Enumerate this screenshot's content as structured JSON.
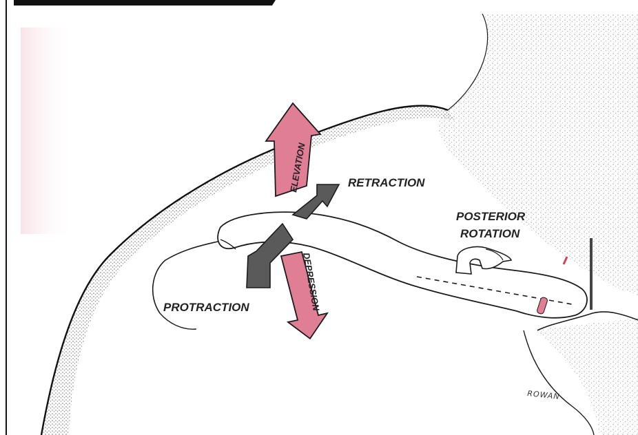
{
  "labels": {
    "elevation": "ELEVATION",
    "depression": "DEPRESSION",
    "retraction": "RETRACTION",
    "protraction": "PROTRACTION",
    "posterior_line1": "POSTERIOR",
    "posterior_line2": "ROTATION",
    "signature": "ROWAN"
  },
  "colors": {
    "pink_arrow": "#e07e95",
    "gray_arrow": "#5a5a5a",
    "outline": "#1a1a1a",
    "stipple": "#9a9a9a",
    "page_edge": "#111111"
  }
}
